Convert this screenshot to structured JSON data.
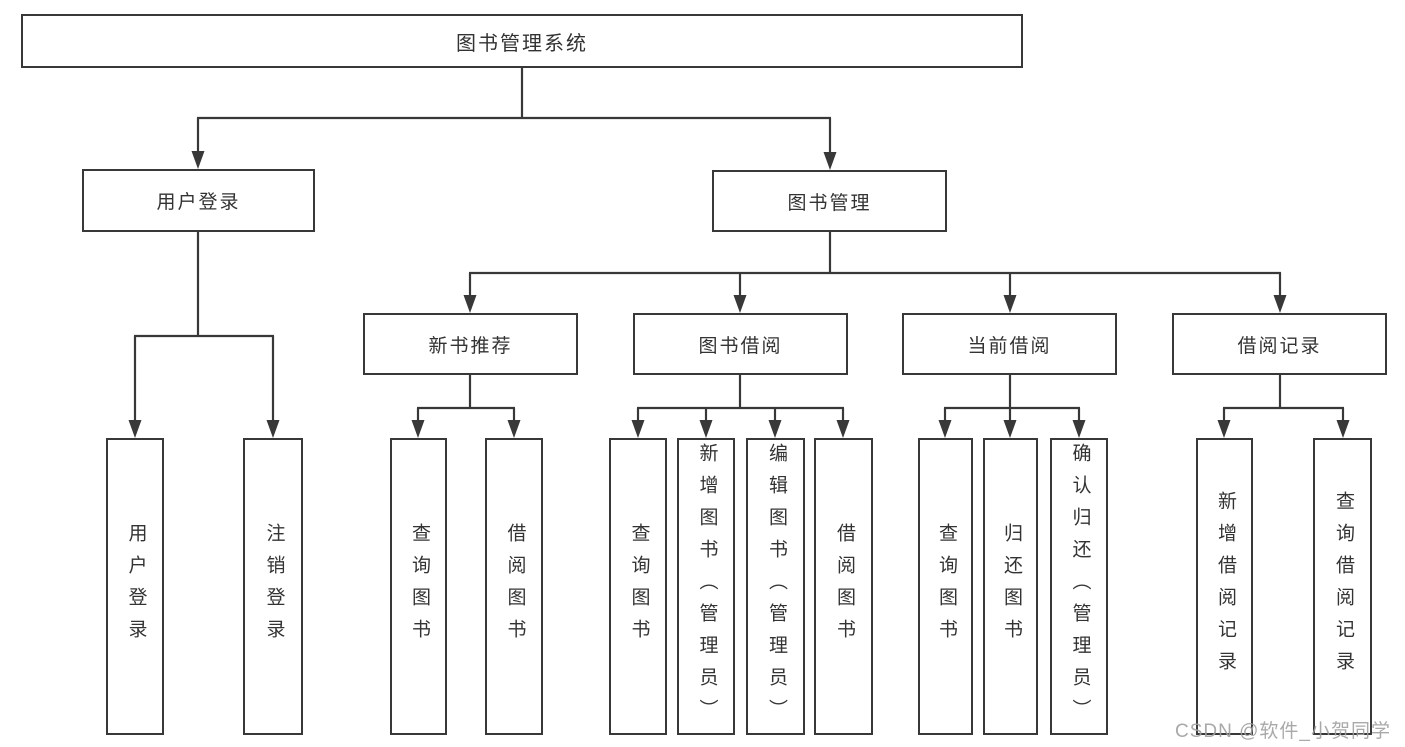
{
  "colors": {
    "line": "#383838",
    "box_border": "#383838",
    "text": "#333333",
    "watermark": "#a0a0a0",
    "background": "#ffffff"
  },
  "watermark": {
    "text": "CSDN @软件_小贺同学"
  },
  "tree": {
    "root": {
      "label": "图书管理系统",
      "children": [
        {
          "label": "用户登录",
          "children": [
            {
              "label": "用户登录"
            },
            {
              "label": "注销登录"
            }
          ]
        },
        {
          "label": "图书管理",
          "children": [
            {
              "label": "新书推荐",
              "children": [
                {
                  "label": "查询图书"
                },
                {
                  "label": "借阅图书"
                }
              ]
            },
            {
              "label": "图书借阅",
              "children": [
                {
                  "label": "查询图书"
                },
                {
                  "label": "新增图书（管理员）"
                },
                {
                  "label": "编辑图书（管理员）"
                },
                {
                  "label": "借阅图书"
                }
              ]
            },
            {
              "label": "当前借阅",
              "children": [
                {
                  "label": "查询图书"
                },
                {
                  "label": "归还图书"
                },
                {
                  "label": "确认归还（管理员）"
                }
              ]
            },
            {
              "label": "借阅记录",
              "children": [
                {
                  "label": "新增借阅记录"
                },
                {
                  "label": "查询借阅记录"
                }
              ]
            }
          ]
        }
      ]
    }
  }
}
